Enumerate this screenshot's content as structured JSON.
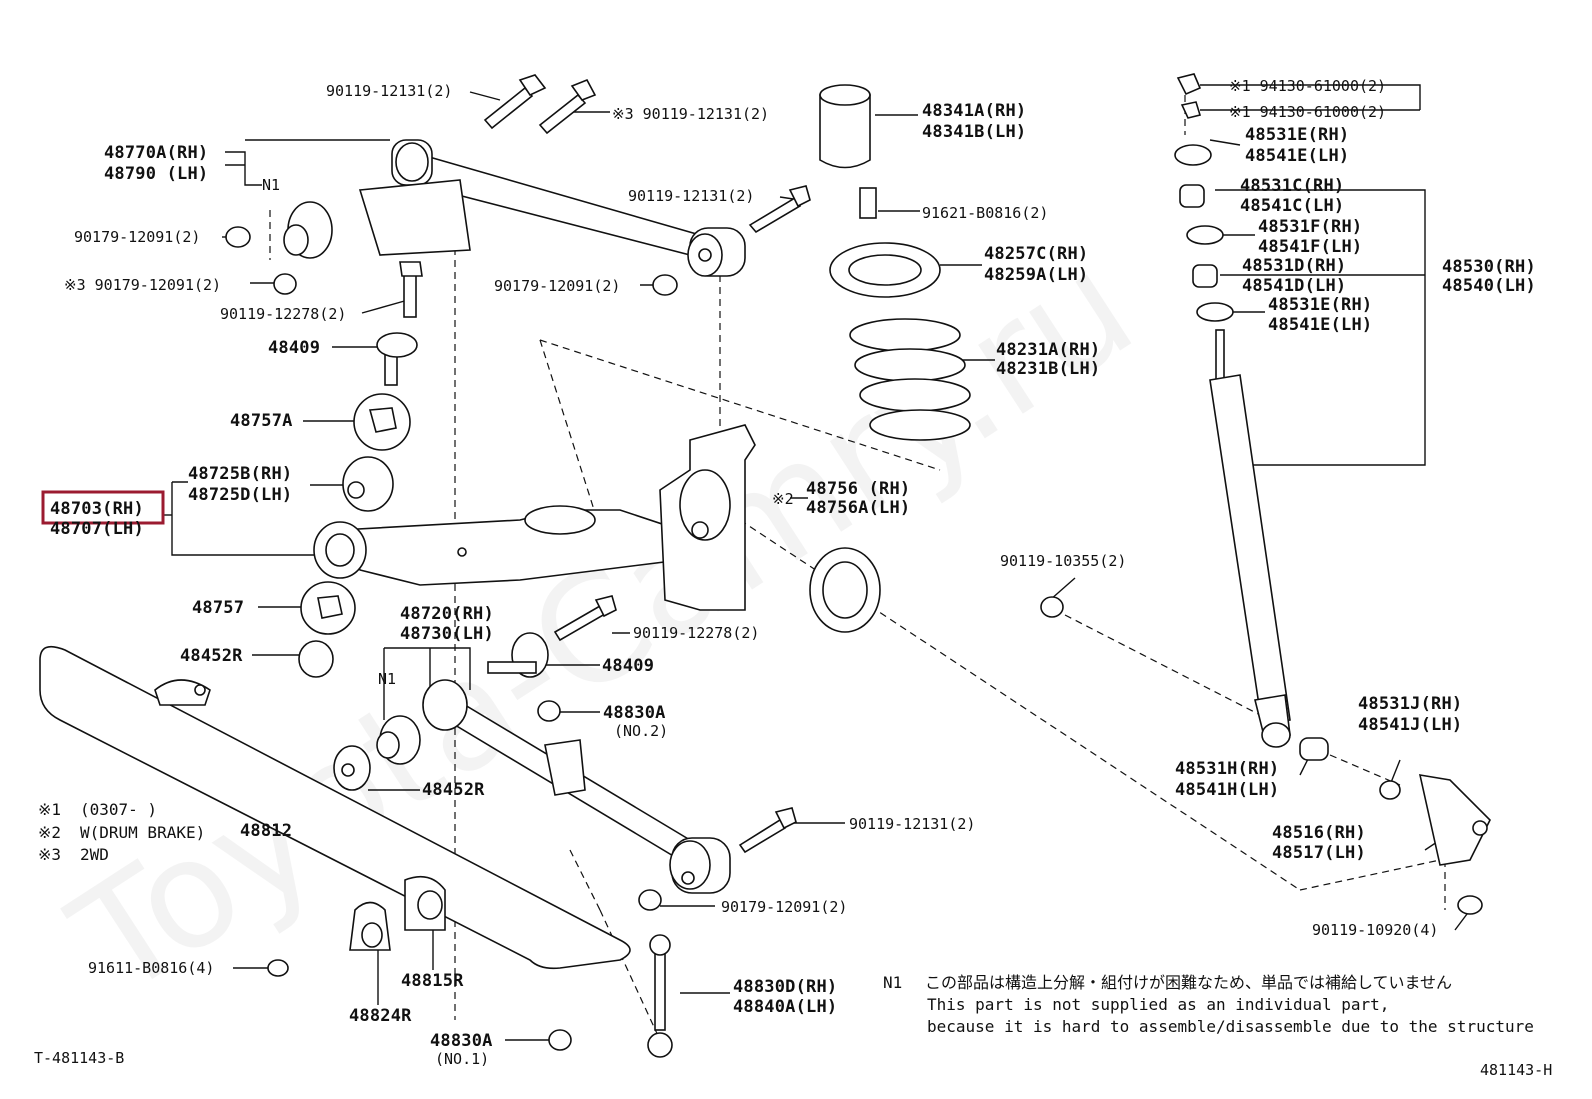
{
  "watermark": "Toyota-Camry.ru",
  "figure_code": "T-481143-B",
  "figure_ref": "481143-H",
  "highlight_color": "#9b1b30",
  "legend": [
    {
      "mark": "※1",
      "text": "(0307-      )"
    },
    {
      "mark": "※2",
      "text": "W(DRUM BRAKE)"
    },
    {
      "mark": "※3",
      "text": "2WD"
    }
  ],
  "note": {
    "mark": "N1",
    "jp": "この部品は構造上分解・組付けが困難なため、単品では補給していません",
    "en1": "This part is not supplied as an individual part,",
    "en2": "because it is hard to assemble/disassemble due to the structure"
  },
  "labels": {
    "bolt_top_a": "90119-12131(2)",
    "bolt_top_b": "※3 90119-12131(2)",
    "arm_upper_rh": "48770A(RH)",
    "arm_upper_lh": "48790  (LH)",
    "n1_upper": "N1",
    "nut_12091_a": "90179-12091(2)",
    "nut_12091_b": "※3 90179-12091(2)",
    "bolt_12278_upper": "90119-12278(2)",
    "cam_48409_upper": "48409",
    "cam_48757a": "48757A",
    "bush_48725_rh": "48725B(RH)",
    "bush_48725_lh": "48725D(LH)",
    "arm_lower_rh": "48703(RH)",
    "arm_lower_lh": "48707(LH)",
    "cam_48757": "48757",
    "bush_48452r_a": "48452R",
    "bolt_12131_mid": "90119-12131(2)",
    "nut_12091_mid": "90179-12091(2)",
    "insulator_rh": "48341A(RH)",
    "insulator_lh": "48341B(LH)",
    "bolt_b0816": "91621-B0816(2)",
    "seat_rh": "48257C(RH)",
    "seat_lh": "48259A(LH)",
    "spring_rh": "48231A(RH)",
    "spring_lh": "48231B(LH)",
    "spacer_mark": "※2",
    "spacer_rh": "48756 (RH)",
    "spacer_lh": "48756A(LH)",
    "arm_rear_rh": "48720(RH)",
    "arm_rear_lh": "48730(LH)",
    "n1_lower": "N1",
    "bolt_12278_lower": "90119-12278(2)",
    "cam_48409_lower": "48409",
    "nut_48830a_no2": "48830A",
    "nut_48830a_no2_sub": "(NO.2)",
    "bush_48452r_b": "48452R",
    "stabilizer_bar": "48812",
    "bolt_12131_low": "90119-12131(2)",
    "nut_12091_low": "90179-12091(2)",
    "bolt_b0816_low": "91611-B0816(4)",
    "bush_48815r": "48815R",
    "bracket_48824r": "48824R",
    "link_rh": "48830D(RH)",
    "link_lh": "48840A(LH)",
    "nut_48830a_no1": "48830A",
    "nut_48830a_no1_sub": "(NO.1)",
    "nut_61000_a": "※1 94130-61000(2)",
    "nut_61000_b": "※1 94130-61000(2)",
    "cushion_e_rh": "48531E(RH)",
    "cushion_e_lh": "48541E(LH)",
    "cushion_c_rh": "48531C(RH)",
    "cushion_c_lh": "48541C(LH)",
    "cushion_f_rh": "48531F(RH)",
    "cushion_f_lh": "48541F(LH)",
    "cushion_d_rh": "48531D(RH)",
    "cushion_d_lh": "48541D(LH)",
    "cushion_e2_rh": "48531E(RH)",
    "cushion_e2_lh": "48541E(LH)",
    "shock_rh": "48530(RH)",
    "shock_lh": "48540(LH)",
    "bolt_10355": "90119-10355(2)",
    "cushion_j_rh": "48531J(RH)",
    "cushion_j_lh": "48541J(LH)",
    "cushion_h_rh": "48531H(RH)",
    "cushion_h_lh": "48541H(LH)",
    "bracket_rh": "48516(RH)",
    "bracket_lh": "48517(LH)",
    "bolt_10920": "90119-10920(4)"
  }
}
